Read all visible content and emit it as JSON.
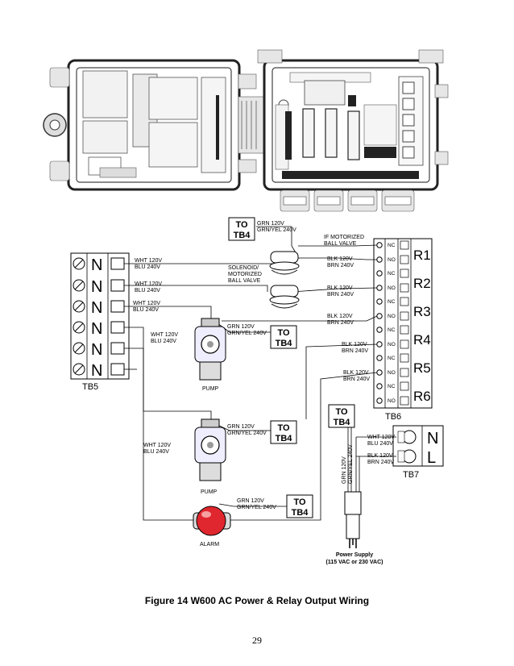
{
  "figure_caption": "Figure 14 W600 AC Power & Relay Output Wiring",
  "page_number": "29",
  "terminal_blocks": {
    "tb5": {
      "name": "TB5",
      "terminals": [
        "N",
        "N",
        "N",
        "N",
        "N",
        "N"
      ]
    },
    "tb6": {
      "name": "TB6",
      "contacts": [
        "NC",
        "NO",
        "NC",
        "NO",
        "NC",
        "NO",
        "NC",
        "NO",
        "NC",
        "NO",
        "NC",
        "NO"
      ],
      "relays": [
        "R1",
        "R2",
        "R3",
        "R4",
        "R5",
        "R6"
      ]
    },
    "tb7": {
      "name": "TB7",
      "terminals": [
        "N",
        "L"
      ]
    }
  },
  "to_tb4_label": [
    "TO",
    "TB4"
  ],
  "wire_labels": {
    "top_ground": [
      "GRN 120V",
      "GRN/YEL 240V"
    ],
    "motorized_note": [
      "IF MOTORIZED",
      "BALL VALVE"
    ],
    "tb5_1": [
      "WHT 120V",
      "BLU 240V"
    ],
    "tb5_2": [
      "WHT 120V",
      "BLU 240V"
    ],
    "tb5_3": [
      "WHT 120V",
      "BLU 240V"
    ],
    "tb5_4": [
      "WHT 120V",
      "BLU 240V"
    ],
    "tb5_5": [
      "WHT 120V",
      "BLU 240V"
    ],
    "solenoid": [
      "SOLENOID/",
      "MOTORIZED",
      "BALL VALVE"
    ],
    "r1": [
      "BLK 120V",
      "BRN 240V"
    ],
    "r2": [
      "BLK 120V",
      "BRN 240V"
    ],
    "r3": [
      "BLK 120V",
      "BRN 240V"
    ],
    "r4": [
      "BLK 120V",
      "BRN 240V"
    ],
    "r5": [
      "BLK 120V",
      "BRN 240V"
    ],
    "pump1_ground": [
      "GRN 120V",
      "GRN/YEL 240V"
    ],
    "pump2_ground": [
      "GRN 120V",
      "GRN/YEL 240V"
    ],
    "alarm_ground": [
      "GRN 120V",
      "GRN/YEL 240V"
    ],
    "tb7_n": [
      "WHT 120V",
      "BLU 240V"
    ],
    "tb7_l": [
      "BLK 120V",
      "BRN 240V"
    ],
    "supply_ground": [
      "GRN 120V",
      "GRN/YEL 240V"
    ]
  },
  "devices": {
    "pump1": "PUMP",
    "pump2": "PUMP",
    "alarm": "ALARM",
    "power_supply": [
      "Power Supply",
      "(115 VAC or 230 VAC)"
    ]
  },
  "colors": {
    "alarm_red": "#e0262e",
    "line": "#000000",
    "enclosure": "#333333"
  }
}
